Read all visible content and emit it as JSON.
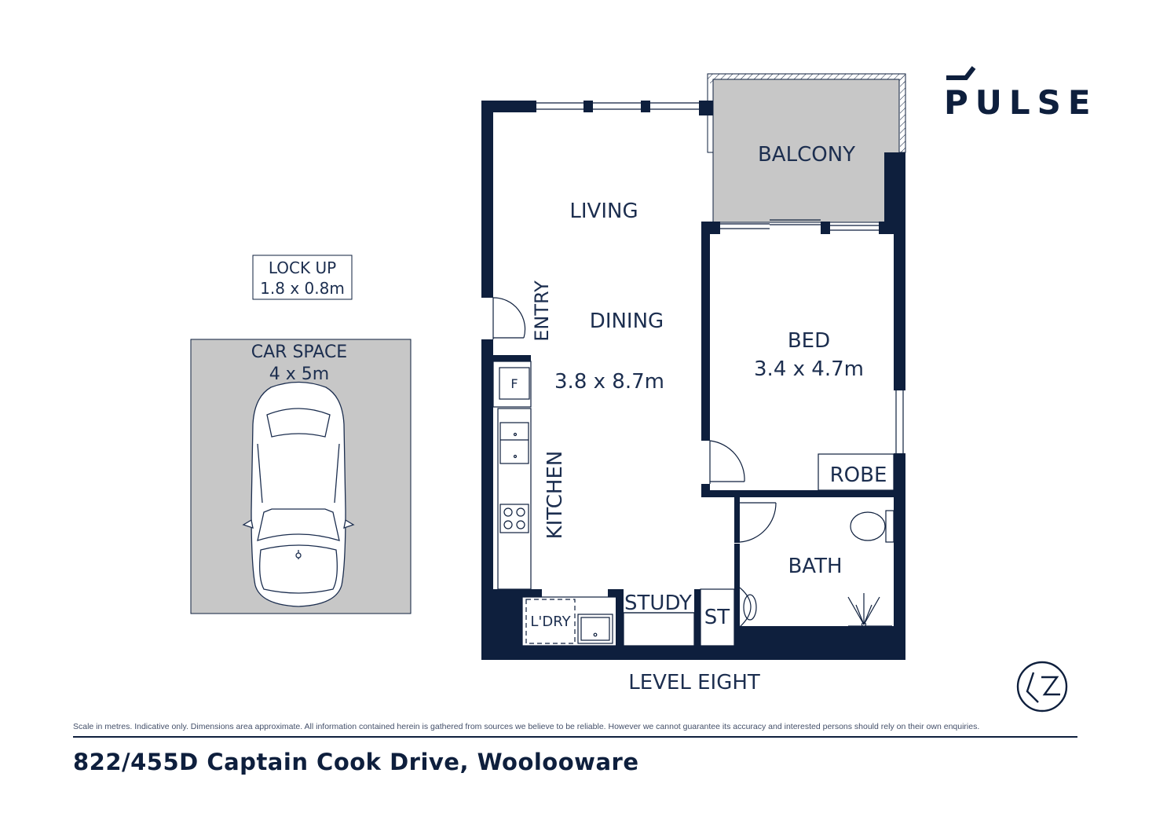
{
  "brand": {
    "name": "PULSE",
    "logo_icon": "pulse-logo-mark"
  },
  "colors": {
    "wall": "#0e1f3d",
    "shaded": "#c7c7c7",
    "text": "#1c2e4f"
  },
  "rooms": {
    "balcony": "BALCONY",
    "living": "LIVING",
    "entry": "ENTRY",
    "dining": "DINING",
    "main_dims": "3.8 x 8.7m",
    "kitchen": "KITCHEN",
    "fridge": "F",
    "bed": "BED",
    "bed_dims": "3.4 x 4.7m",
    "robe": "ROBE",
    "bath": "BATH",
    "study": "STUDY",
    "storage": "ST",
    "laundry": "L'DRY"
  },
  "lockup": {
    "title": "LOCK UP",
    "dims": "1.8 x 0.8m"
  },
  "car_space": {
    "title": "CAR SPACE",
    "dims": "4 x 5m",
    "icon": "car-icon"
  },
  "level": "LEVEL EIGHT",
  "compass_icon": "north-compass-icon",
  "disclaimer": "Scale in metres. Indicative only. Dimensions area approximate. All information contained herein is gathered from sources we believe to be reliable. However we cannot guarantee its accuracy and interested persons should rely on their own enquiries.",
  "address": "822/455D Captain Cook Drive, Woolooware"
}
